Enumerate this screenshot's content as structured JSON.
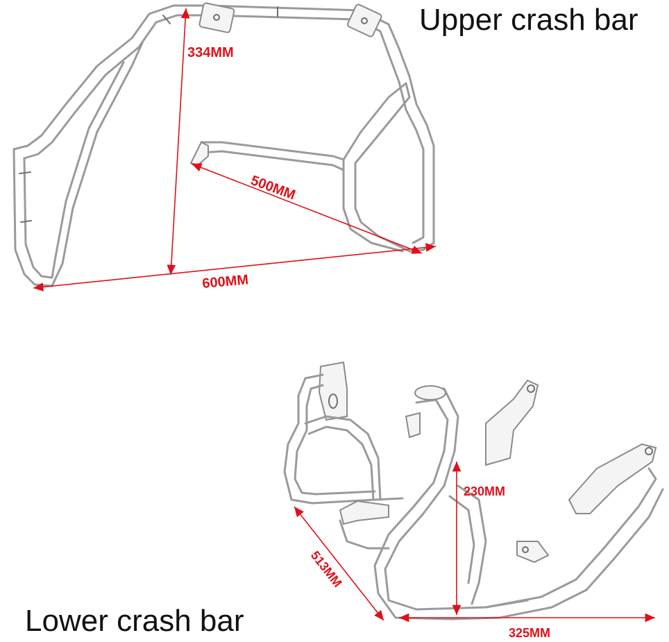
{
  "titles": {
    "upper": "Upper crash bar",
    "lower": "Lower crash bar"
  },
  "dimensions": {
    "upper_height": "334MM",
    "upper_depth": "500MM",
    "upper_width": "600MM",
    "lower_height": "230MM",
    "lower_depth": "513MM",
    "lower_width": "325MM"
  },
  "colors": {
    "dimension": "#e0101a",
    "text": "#111111",
    "tube_outline": "#9a9a9a"
  }
}
